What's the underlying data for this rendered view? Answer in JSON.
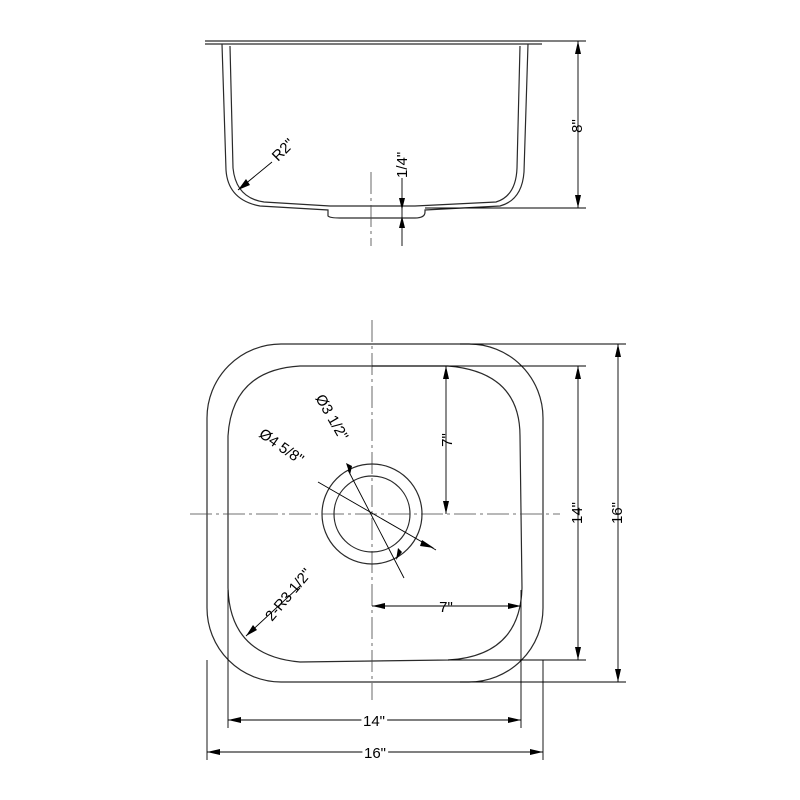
{
  "side_view": {
    "height_label": "8\"",
    "corner_radius_label": "R2\"",
    "drain_recess_label": "1/4\""
  },
  "top_view": {
    "inner_width_label": "14\"",
    "outer_width_label": "16\"",
    "inner_depth_label": "14\"",
    "outer_depth_label": "16\"",
    "drain_offset_y_label": "7\"",
    "drain_offset_x_label": "7\"",
    "drain_inner_diameter_label": "Ø3 1/2\"",
    "drain_outer_diameter_label": "Ø4 5/8\"",
    "corner_radius_label": "2-R3 1/2\""
  },
  "colors": {
    "line": "#000000",
    "background": "#ffffff"
  }
}
